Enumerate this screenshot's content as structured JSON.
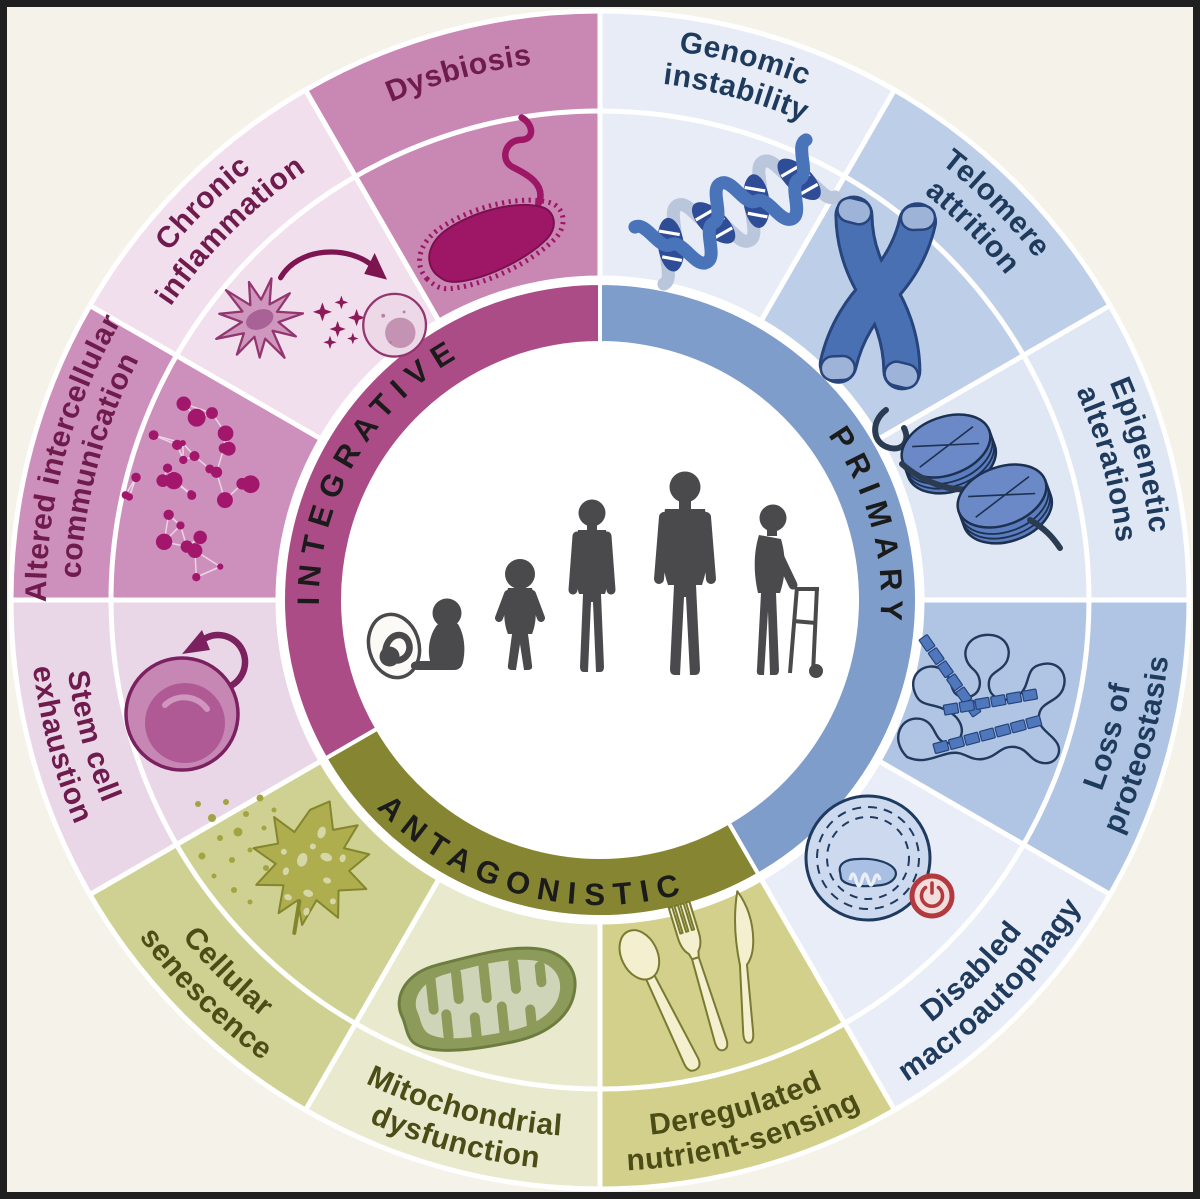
{
  "canvas": {
    "background": "#f5f2e9",
    "border_color": "#1f1f1f",
    "separator_color": "#ffffff"
  },
  "wheel": {
    "categories": [
      {
        "name": "PRIMARY",
        "start": 0,
        "end": 150,
        "color": "#7e9dcb",
        "text_color": "#1b1b1b"
      },
      {
        "name": "ANTAGONISTIC",
        "start": 150,
        "end": 240,
        "color": "#868531",
        "text_color": "#1b1b1b"
      },
      {
        "name": "INTEGRATIVE",
        "start": 240,
        "end": 360,
        "color": "#ab4c87",
        "text_color": "#1b1b1b"
      }
    ],
    "hallmarks": [
      {
        "slug": "genomic-instability",
        "label": [
          "Genomic",
          "instability"
        ],
        "start": 0,
        "color": "#e7ecf6",
        "text_color": "#1e3a5c",
        "icon": "dna"
      },
      {
        "slug": "telomere-attrition",
        "label": [
          "Telomere",
          "attrition"
        ],
        "start": 30,
        "color": "#bccee8",
        "text_color": "#1e3a5c",
        "icon": "chromosome"
      },
      {
        "slug": "epigenetic-alterations",
        "label": [
          "Epigenetic",
          "alterations"
        ],
        "start": 60,
        "color": "#dfe7f5",
        "text_color": "#1e3a5c",
        "icon": "nucleosome"
      },
      {
        "slug": "loss-of-proteostasis",
        "label": [
          "Loss of",
          "proteostasis"
        ],
        "start": 90,
        "color": "#b0c5e4",
        "text_color": "#1e3a5c",
        "icon": "protein"
      },
      {
        "slug": "disabled-macroautophagy",
        "label": [
          "Disabled",
          "macroautophagy"
        ],
        "start": 120,
        "color": "#e9edf8",
        "text_color": "#1e3a5c",
        "icon": "autophagy"
      },
      {
        "slug": "deregulated-nutrient-sensing",
        "label": [
          "Deregulated",
          "nutrient-sensing"
        ],
        "start": 150,
        "color": "#d2d08b",
        "text_color": "#4c4c16",
        "icon": "cutlery"
      },
      {
        "slug": "mitochondrial-dysfunction",
        "label": [
          "Mitochondrial",
          "dysfunction"
        ],
        "start": 180,
        "color": "#e9e9cd",
        "text_color": "#4c4c16",
        "icon": "mitochondrion"
      },
      {
        "slug": "cellular-senescence",
        "label": [
          "Cellular",
          "senescence"
        ],
        "start": 210,
        "color": "#cfd192",
        "text_color": "#4c4c16",
        "icon": "leaf"
      },
      {
        "slug": "stem-cell-exhaustion",
        "label": [
          "Stem cell",
          "exhaustion"
        ],
        "start": 240,
        "color": "#e9d7e8",
        "text_color": "#701b4e",
        "icon": "stem-cell"
      },
      {
        "slug": "altered-intercellular-communication",
        "label": [
          "Altered intercellular",
          "communication"
        ],
        "start": 270,
        "color": "#cd90bd",
        "text_color": "#701b4e",
        "icon": "network"
      },
      {
        "slug": "chronic-inflammation",
        "label": [
          "Chronic",
          "inflammation"
        ],
        "start": 300,
        "color": "#f2dfee",
        "text_color": "#701b4e",
        "icon": "sparkle-cells"
      },
      {
        "slug": "dysbiosis",
        "label": [
          "Dysbiosis"
        ],
        "start": 330,
        "color": "#c988b4",
        "text_color": "#701b4e",
        "icon": "bacterium"
      }
    ]
  },
  "center": {
    "silhouette_color": "#4a4a4c",
    "icon_names": [
      "embryo-icon",
      "infant-silhouette",
      "toddler-silhouette",
      "adolescent-silhouette",
      "adult-silhouette",
      "older-adult-with-walker-silhouette"
    ]
  }
}
